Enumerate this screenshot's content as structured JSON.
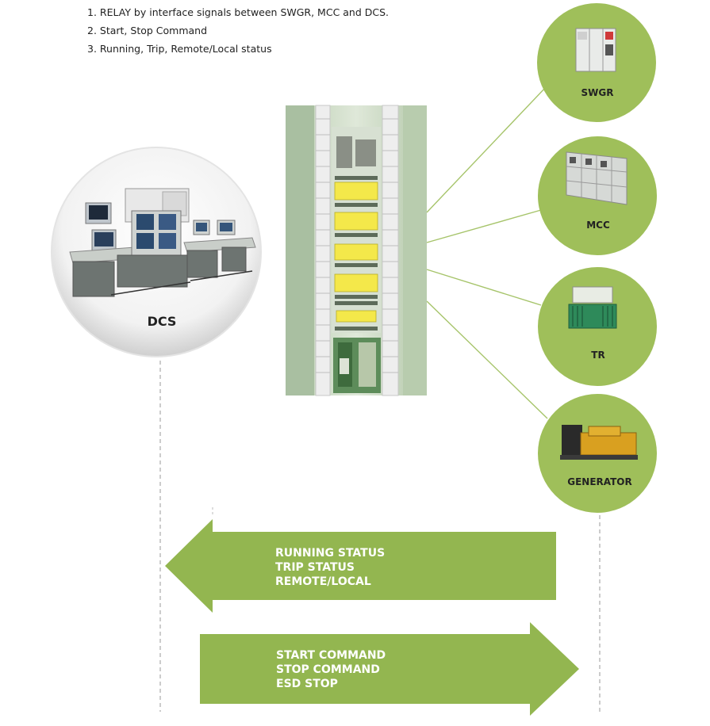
{
  "notes": [
    "1. RELAY by interface signals between SWGR, MCC and DCS.",
    "2. Start, Stop Command",
    "3. Running, Trip, Remote/Local status"
  ],
  "dcs": {
    "label": "DCS"
  },
  "devices": [
    {
      "label": "SWGR",
      "icon": "switchgear-icon"
    },
    {
      "label": "MCC",
      "icon": "mcc-panel-icon"
    },
    {
      "label": "TR",
      "icon": "transformer-icon"
    },
    {
      "label": "GENERATOR",
      "icon": "generator-icon"
    }
  ],
  "status_arrow": {
    "lines": [
      "RUNNING STATUS",
      "TRIP STATUS",
      "REMOTE/LOCAL"
    ]
  },
  "command_arrow": {
    "lines": [
      "START COMMAND",
      "STOP COMMAND",
      "ESD STOP"
    ]
  },
  "colors": {
    "green": "#9fbf5a",
    "arrow": "#93b650",
    "line": "#a6c46a"
  }
}
